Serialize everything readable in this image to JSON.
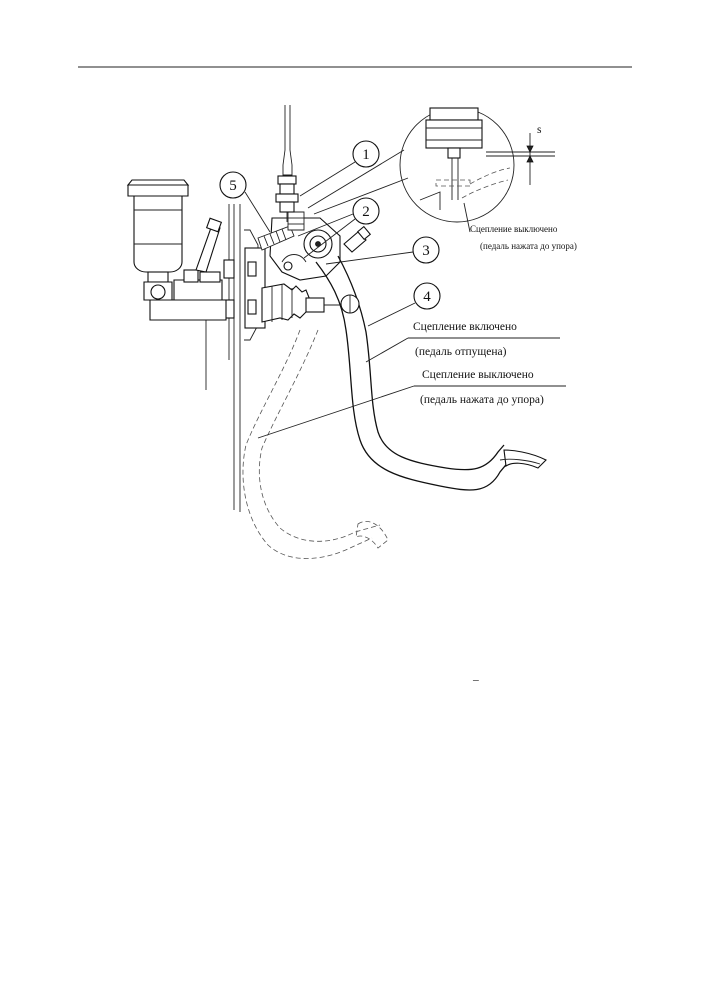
{
  "callouts": [
    "1",
    "2",
    "3",
    "4",
    "5"
  ],
  "detail": {
    "dimension": "s",
    "label_line1": "Сцепление выключено",
    "label_line2": "(педаль нажата до упора)"
  },
  "engaged": {
    "line1": "Сцепление включено",
    "line2": "(педаль отпущена)"
  },
  "disengaged": {
    "line1": "Сцепление выключено",
    "line2": "(педаль нажата до упора)"
  },
  "stray_mark": "–"
}
